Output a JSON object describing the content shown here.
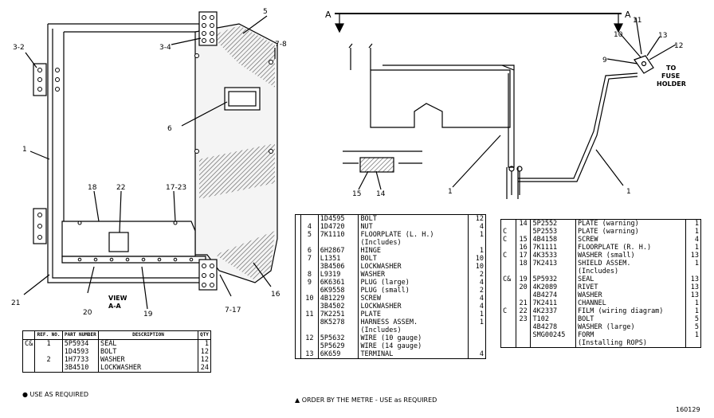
{
  "callouts": {
    "c32": "3-2",
    "c34": "3-4",
    "c5": "5",
    "c78": "7-8",
    "c6": "6",
    "c1a": "1",
    "c18": "18",
    "c22": "22",
    "c1723": "17-23",
    "c21": "21",
    "c20": "20",
    "c19": "19",
    "c717": "7-17",
    "c16": "16",
    "c15": "15",
    "c14": "14",
    "c1b": "1",
    "c1c": "1",
    "c9": "9",
    "c10": "10",
    "c11": "11",
    "c13": "13",
    "c12": "12",
    "arrowA1": "A",
    "arrowA2": "A"
  },
  "view_label": [
    "VIEW",
    "A-A"
  ],
  "fuse_label": [
    "TO",
    "FUSE",
    "HOLDER"
  ],
  "table1": {
    "headers": [
      "REF. NO.",
      "PART NUMBER",
      "DESCRIPTION",
      "QTY"
    ],
    "rows": [
      {
        "mark": "C&",
        "ref": "1",
        "part": "5P5934",
        "desc": "SEAL",
        "qty": "1"
      },
      {
        "mark": "",
        "ref": "",
        "part": "1D4593",
        "desc": "BOLT",
        "qty": "12"
      },
      {
        "mark": "",
        "ref": "2",
        "part": "1H7733",
        "desc": "WASHER",
        "qty": "12"
      },
      {
        "mark": "",
        "ref": "",
        "part": "3B4510",
        "desc": "LOCKWASHER",
        "qty": "24"
      }
    ]
  },
  "table2": {
    "rows": [
      {
        "mark": "",
        "ref": "",
        "part": "1D4595",
        "desc": "BOLT",
        "qty": "12"
      },
      {
        "mark": "",
        "ref": "4",
        "part": "1D4720",
        "desc": "NUT",
        "qty": "4"
      },
      {
        "mark": "",
        "ref": "5",
        "part": "7K1110",
        "desc": "FLOORPLATE (L. H.)",
        "qty": "1"
      },
      {
        "mark": "",
        "ref": "",
        "part": "",
        "desc": "(Includes)",
        "qty": ""
      },
      {
        "mark": "",
        "ref": "6",
        "part": "6H2867",
        "desc": "HINGE",
        "qty": "1"
      },
      {
        "mark": "",
        "ref": "7",
        "part": "L1351",
        "desc": "BOLT",
        "qty": "10"
      },
      {
        "mark": "",
        "ref": "",
        "part": "3B4506",
        "desc": "LOCKWASHER",
        "qty": "10"
      },
      {
        "mark": "",
        "ref": "8",
        "part": "L9319",
        "desc": "WASHER",
        "qty": "2"
      },
      {
        "mark": "",
        "ref": "9",
        "part": "6K6361",
        "desc": "PLUG (large)",
        "qty": "4"
      },
      {
        "mark": "",
        "ref": "",
        "part": "6K9558",
        "desc": "PLUG (small)",
        "qty": "2"
      },
      {
        "mark": "",
        "ref": "10",
        "part": "4B1229",
        "desc": "SCREW",
        "qty": "4"
      },
      {
        "mark": "",
        "ref": "",
        "part": "3B4502",
        "desc": "LOCKWASHER",
        "qty": "4"
      },
      {
        "mark": "",
        "ref": "11",
        "part": "7K2251",
        "desc": "PLATE",
        "qty": "1"
      },
      {
        "mark": "",
        "ref": "",
        "part": "8K5278",
        "desc": "HARNESS ASSEM.",
        "qty": "1"
      },
      {
        "mark": "",
        "ref": "",
        "part": "",
        "desc": "(Includes)",
        "qty": ""
      },
      {
        "mark": "",
        "ref": "12",
        "part": "5P5632",
        "desc": "WIRE (10 gauge)",
        "qty": ""
      },
      {
        "mark": "",
        "ref": "",
        "part": "5P5629",
        "desc": "WIRE (14 gauge)",
        "qty": ""
      },
      {
        "mark": "",
        "ref": "13",
        "part": "6K659",
        "desc": "TERMINAL",
        "qty": "4"
      }
    ]
  },
  "table3": {
    "rows": [
      {
        "mark": "",
        "ref": "14",
        "part": "5P2552",
        "desc": "PLATE (warning)",
        "qty": "1"
      },
      {
        "mark": "C",
        "ref": "",
        "part": "5P2553",
        "desc": "PLATE (warning)",
        "qty": "1"
      },
      {
        "mark": "C",
        "ref": "15",
        "part": "4B4158",
        "desc": "SCREW",
        "qty": "4"
      },
      {
        "mark": "",
        "ref": "16",
        "part": "7K1111",
        "desc": "FLOORPLATE (R. H.)",
        "qty": "1"
      },
      {
        "mark": "C",
        "ref": "17",
        "part": "4K3533",
        "desc": "WASHER (small)",
        "qty": "13"
      },
      {
        "mark": "",
        "ref": "18",
        "part": "7K2413",
        "desc": "SHIELD ASSEM.",
        "qty": "1"
      },
      {
        "mark": "",
        "ref": "",
        "part": "",
        "desc": "(Includes)",
        "qty": ""
      },
      {
        "mark": "C&",
        "ref": "19",
        "part": "5P5932",
        "desc": "SEAL",
        "qty": "13"
      },
      {
        "mark": "",
        "ref": "20",
        "part": "4K2089",
        "desc": "RIVET",
        "qty": "13"
      },
      {
        "mark": "",
        "ref": "",
        "part": "4B4274",
        "desc": "WASHER",
        "qty": "13"
      },
      {
        "mark": "",
        "ref": "21",
        "part": "7K2411",
        "desc": "CHANNEL",
        "qty": "1"
      },
      {
        "mark": "C",
        "ref": "22",
        "part": "4K2337",
        "desc": "FILM (wiring diagram)",
        "qty": "1"
      },
      {
        "mark": "",
        "ref": "23",
        "part": "T102",
        "desc": "BOLT",
        "qty": "5"
      },
      {
        "mark": "",
        "ref": "",
        "part": "4B4278",
        "desc": "WASHER (large)",
        "qty": "5"
      },
      {
        "mark": "",
        "ref": "",
        "part": "",
        "desc": "",
        "qty": ""
      },
      {
        "mark": "",
        "ref": "",
        "part": "",
        "desc": "",
        "qty": ""
      },
      {
        "mark": "",
        "ref": "",
        "part": "SMG00245",
        "desc": "FORM",
        "qty": "1"
      },
      {
        "mark": "",
        "ref": "",
        "part": "",
        "desc": "(Installing ROPS)",
        "qty": ""
      }
    ]
  },
  "notes": {
    "use_as_required": "● USE AS REQUIRED",
    "order_by_metre": "▲ ORDER BY THE METRE - USE as REQUIRED",
    "drawing_number": "160129"
  }
}
